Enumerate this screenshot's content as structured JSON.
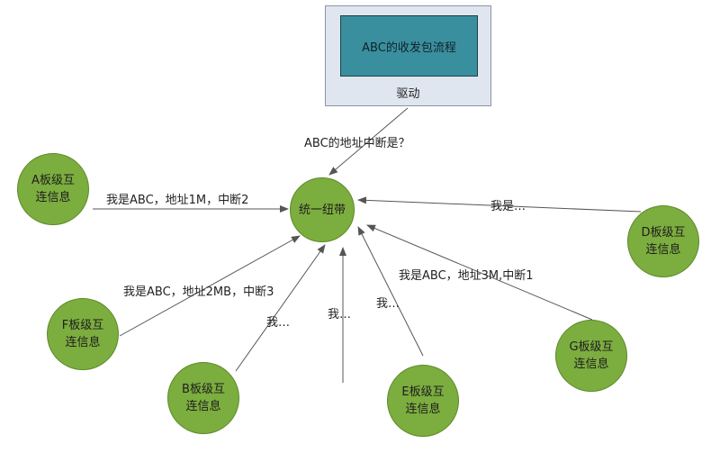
{
  "driver": {
    "box_title": "ABC的收发包流程",
    "label": "驱动"
  },
  "hub": {
    "label": "统一纽带"
  },
  "nodes": {
    "a": "A板级互连信息",
    "b": "B板级互连信息",
    "d": "D板级互连信息",
    "e": "E板级互连信息",
    "f": "F板级互连信息",
    "g": "G板级互连信息"
  },
  "edge_labels": {
    "driver_query": "ABC的地址中断是？",
    "a": "我是ABC，地址1M，中断2",
    "d": "我是…",
    "f": "我是ABC，地址2MB，中断3",
    "b": "我…",
    "center": "我…",
    "e": "我…",
    "g": "我是ABC，地址3M,中断1"
  },
  "colors": {
    "node_fill": "#7cad3f",
    "driver_inner_fill": "#3a8f9e",
    "driver_outer_fill": "#dfe6ef",
    "arrow": "#555555"
  }
}
